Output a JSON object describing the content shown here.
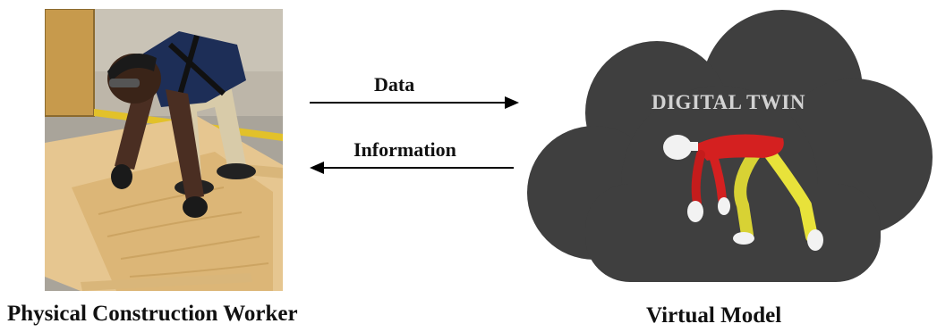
{
  "diagram": {
    "left_caption": "Physical Construction Worker",
    "right_caption": "Virtual Model",
    "arrow_top_label": "Data",
    "arrow_bottom_label": "Information",
    "cloud_title": "DIGITAL TWIN"
  },
  "colors": {
    "cloud_fill": "#3f3f3f",
    "cloud_text": "#d2d2d2",
    "mannequin_torso": "#d42020",
    "mannequin_legs": "#e8e23a",
    "mannequin_skin": "#f2f2f2",
    "arrow": "#000000"
  },
  "icons": {
    "photo": "construction-worker-photo",
    "avatar": "digital-human-mannequin"
  }
}
